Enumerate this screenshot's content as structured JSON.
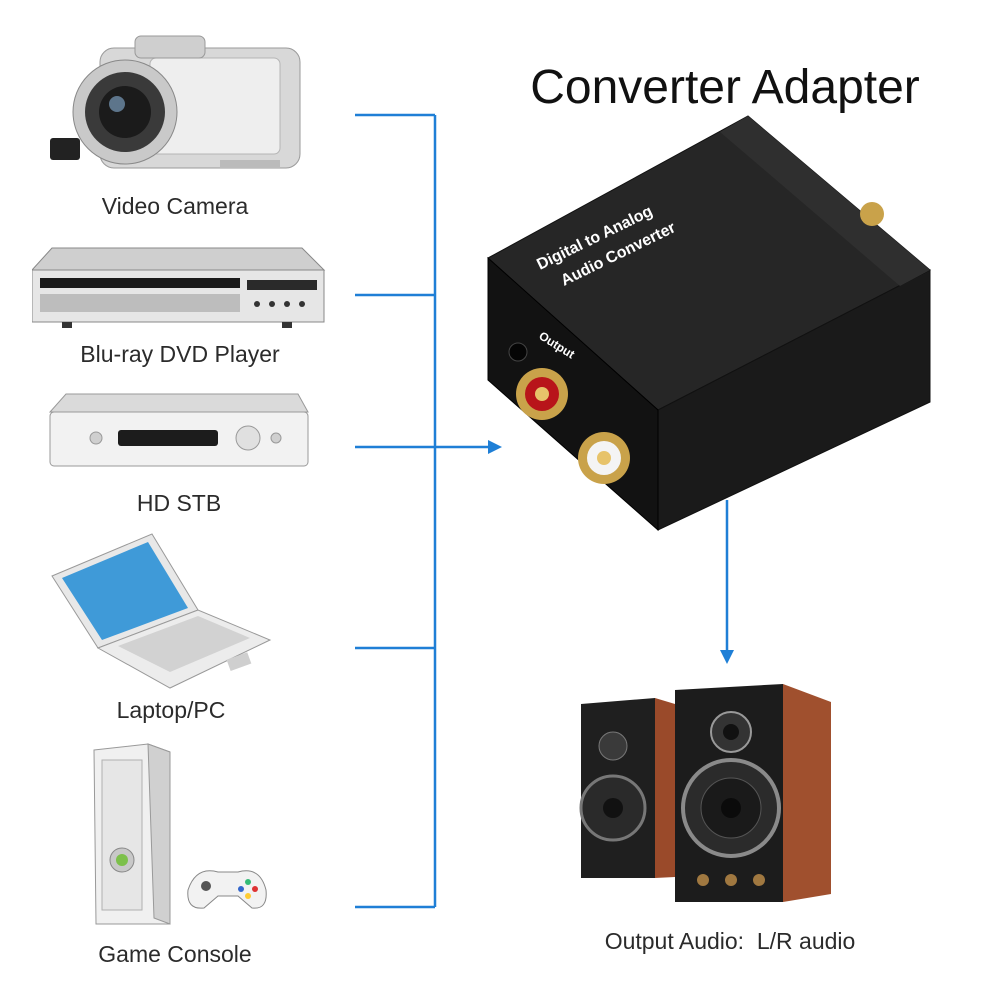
{
  "title": "Converter Adapter",
  "devices": [
    {
      "label": "Video Camera",
      "icon": "video-camera-icon"
    },
    {
      "label": "Blu-ray DVD Player",
      "icon": "bluray-player-icon"
    },
    {
      "label": "HD STB",
      "icon": "set-top-box-icon"
    },
    {
      "label": "Laptop/PC",
      "icon": "laptop-icon"
    },
    {
      "label": "Game Console",
      "icon": "game-console-icon"
    }
  ],
  "converter": {
    "label_line1": "Digital to Analog",
    "label_line2": "Audio Converter",
    "port_label": "Output",
    "icon": "converter-box-icon"
  },
  "output": {
    "label": "Output Audio:  L/R audio",
    "icon": "speakers-icon"
  },
  "colors": {
    "connector": "#1f7fd6",
    "converter_body": "#1c1c1c",
    "speaker_wood": "#9a4a2a"
  }
}
